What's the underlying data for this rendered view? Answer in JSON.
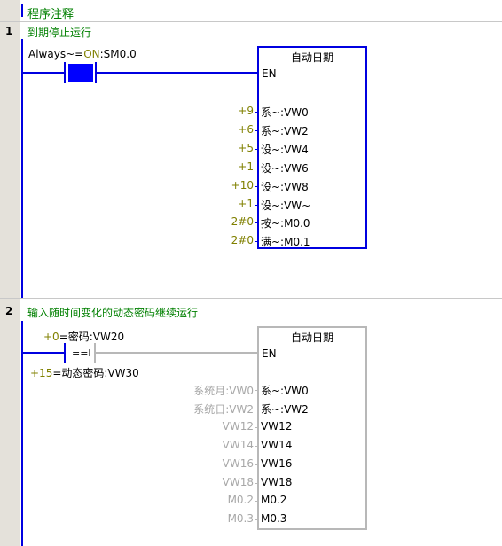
{
  "header": {
    "program_comment": "程序注释"
  },
  "networks": [
    {
      "number": "1",
      "title": "到期停止运行",
      "contact": {
        "label_a": "Always",
        "label_b": "~=",
        "label_c": "ON",
        "label_d": ":SM0.0"
      },
      "block": {
        "title": "自动日期",
        "en": "EN",
        "pins": [
          {
            "value": "+9",
            "name": "系~:VW0"
          },
          {
            "value": "+6",
            "name": "系~:VW2"
          },
          {
            "value": "+5",
            "name": "设~:VW4"
          },
          {
            "value": "+1",
            "name": "设~:VW6"
          },
          {
            "value": "+10",
            "name": "设~:VW8"
          },
          {
            "value": "+1",
            "name": "设~:VW~"
          },
          {
            "value": "2#0",
            "name": "按~:M0.0"
          },
          {
            "value": "2#0",
            "name": "满~:M0.1"
          }
        ]
      }
    },
    {
      "number": "2",
      "title": "输入随时间变化的动态密码继续运行",
      "compare": {
        "top_value": "+0",
        "top_label": "=密码:VW20",
        "op": "==I",
        "bottom_value": "+15",
        "bottom_label": "=动态密码:VW30"
      },
      "block": {
        "title": "自动日期",
        "en": "EN",
        "pins": [
          {
            "value": "系统月:VW0",
            "name": "系~:VW0"
          },
          {
            "value": "系统日:VW2",
            "name": "系~:VW2"
          },
          {
            "value": "VW12",
            "name": "VW12"
          },
          {
            "value": "VW14",
            "name": "VW14"
          },
          {
            "value": "VW16",
            "name": "VW16"
          },
          {
            "value": "VW18",
            "name": "VW18"
          },
          {
            "value": "M0.2",
            "name": "M0.2"
          },
          {
            "value": "M0.3",
            "name": "M0.3"
          }
        ]
      }
    }
  ]
}
